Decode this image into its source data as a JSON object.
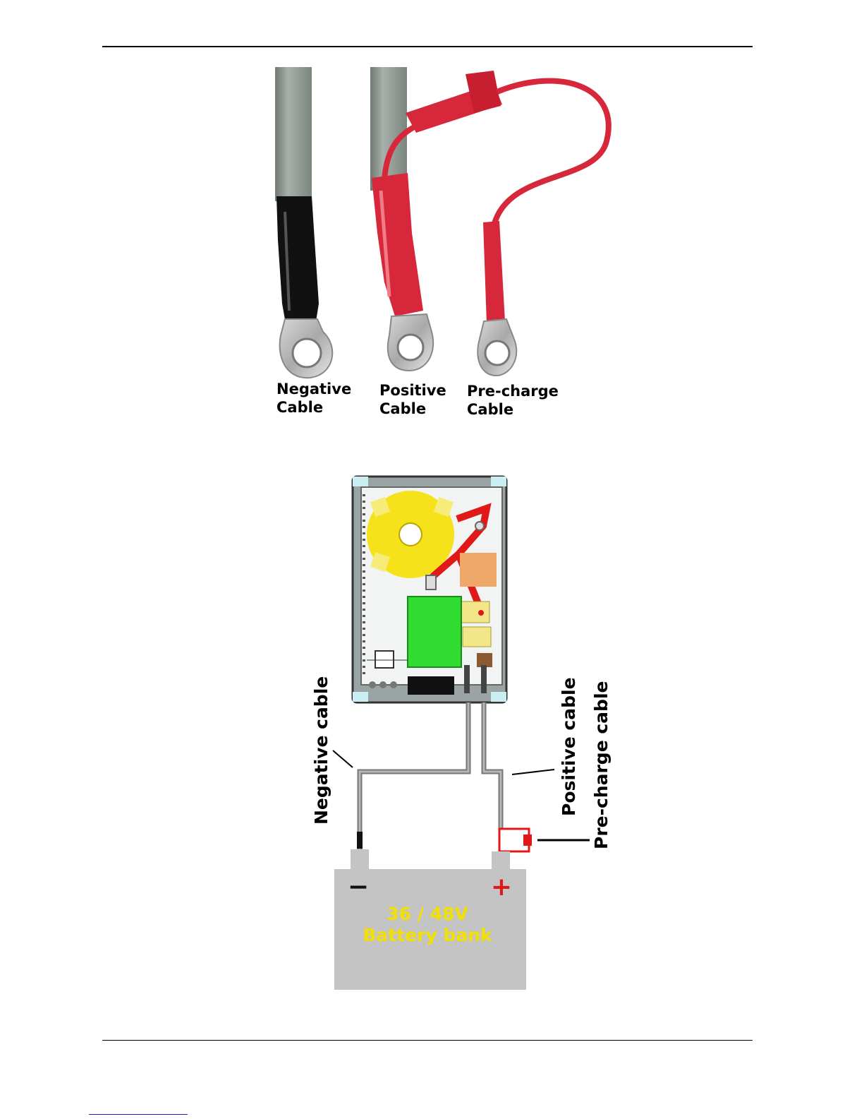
{
  "photo": {
    "negative_line1": "Negative",
    "negative_line2": "Cable",
    "positive_line1": "Positive",
    "positive_line2": "Cable",
    "precharge_line1": "Pre-charge",
    "precharge_line2": "Cable"
  },
  "diagram": {
    "negative_cable": "Negative cable",
    "positive_cable": "Positive cable",
    "precharge_cable": "Pre-charge cable",
    "minus_sign": "−",
    "plus_sign": "+",
    "battery_line1": "36 / 48V",
    "battery_line2": "Battery bank"
  },
  "colors": {
    "cable_gray": "#8f9a92",
    "heatshrink_red": "#d6283a",
    "heatshrink_black": "#111111",
    "battery_gray": "#c4c4c4",
    "battery_text": "#f2e100",
    "toroid_yellow": "#f5e21a",
    "board_green": "#2fdc2f"
  }
}
